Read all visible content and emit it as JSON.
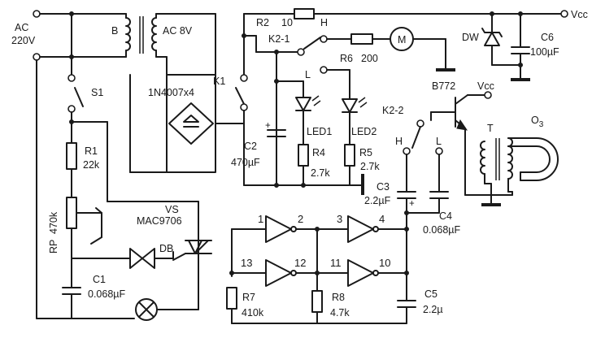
{
  "labels": {
    "ac_in": "AC",
    "ac_in_v": "220V",
    "b": "B",
    "ac_out": "AC  8V",
    "k1": "K1",
    "bridge": "1N4007x4",
    "r2": "R2",
    "r2_v": "10",
    "h_top": "H",
    "k2_1": "K2-1",
    "l_top": "L",
    "r6": "R6",
    "r6_v": "200",
    "motor": "M",
    "vcc_top": "Vcc",
    "dw": "DW",
    "c6": "C6",
    "c6_v": "100µF",
    "s1": "S1",
    "r1": "R1",
    "r1_v": "22k",
    "rp": "RP",
    "rp_v": "470k",
    "vs": "VS",
    "vs_v": "MAC9706",
    "db": "DB",
    "c1": "C1",
    "c1_v": "0.068µF",
    "c2": "C2",
    "c2_v": "470µF",
    "led1": "LED1",
    "led2": "LED2",
    "r4": "R4",
    "r4_v": "2.7k",
    "r5": "R5",
    "r5_v": "2.7k",
    "b772": "B772",
    "vcc_mid": "Vcc",
    "k2_2": "K2-2",
    "h_mid": "H",
    "l_mid": "L",
    "t": "T",
    "o3": "O",
    "o3_sub": "3",
    "c3": "C3",
    "c3_v": "2.2µF",
    "c4": "C4",
    "c4_v": "0.068µF",
    "pin1": "1",
    "pin2": "2",
    "pin3": "3",
    "pin4": "4",
    "pin13": "13",
    "pin12": "12",
    "pin11": "11",
    "pin10": "10",
    "r7": "R7",
    "r7_v": "410k",
    "r8": "R8",
    "r8_v": "4.7k",
    "c5": "C5",
    "c5_v": "2.2µ"
  }
}
